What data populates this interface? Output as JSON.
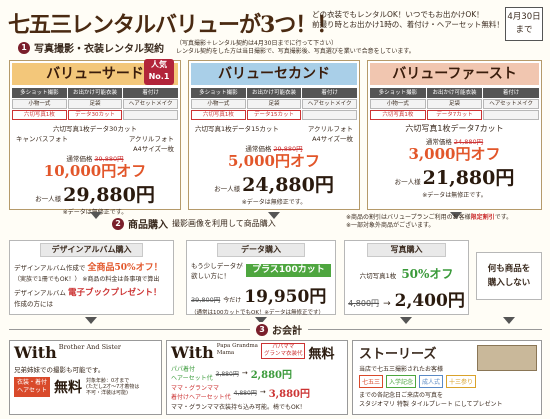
{
  "header": {
    "title": "七五三レンタルバリューが3つ！！",
    "sub_line1": "どの衣装でもレンタルOK！いつでもお出かけOK！",
    "sub_line2": "前撮り時とお出かけ1時の、着付け・ヘアーセット無料！",
    "date_line1": "4月30日",
    "date_line2": "まで"
  },
  "section1": {
    "num": "1",
    "label": "写真撮影・衣装レンタル契約",
    "note1": "（写真撮影＋レンタル契約は4月30日までに行って下さい）",
    "note2": "レンタル契約をした方は当日撮影で、写真撮影後、写真選びを業いで合意をしています。"
  },
  "plans": [
    {
      "name": "バリューサード",
      "badge_line1": "人気",
      "badge_line2": "No.1",
      "options": [
        "多ショット撮影",
        "お出かけ可能衣装",
        "着付け",
        "小物一式",
        "足袋",
        "ヘアセットメイク",
        "六切写真1枚",
        "データ30カット",
        ""
      ],
      "desc1": "六切写真1枚データ30カット",
      "desc2": "キャンバスフォト",
      "desc3": "アクリルフォト",
      "desc4": "A4サイズ一枚",
      "regular_label": "通常価格",
      "regular_price": "39,880円",
      "discount": "10,000円オフ",
      "price_prefix": "お一人様",
      "price": "29,880円",
      "note": "※データは無修正です。"
    },
    {
      "name": "バリューセカンド",
      "options": [
        "多ショット撮影",
        "お出かけ可能衣装",
        "着付け",
        "小物一式",
        "足袋",
        "ヘアセットメイク",
        "六切写真1枚",
        "データ15カット",
        ""
      ],
      "desc1": "六切写真1枚データ15カット",
      "desc3": "アクリルフォト",
      "desc4": "A4サイズ一枚",
      "regular_label": "通常価格",
      "regular_price": "29,880円",
      "discount": "5,000円オフ",
      "price_prefix": "お一人様",
      "price": "24,880円",
      "note": "※データは無修正です。"
    },
    {
      "name": "バリューファースト",
      "options": [
        "多ショット撮影",
        "お出かけ可能衣装",
        "着付け",
        "小物一式",
        "足袋",
        "ヘアセットメイク",
        "六切写真1枚",
        "データ7カット",
        ""
      ],
      "desc1": "六切写真1枚データ7カット",
      "regular_label": "通常価格",
      "regular_price": "24,880円",
      "discount": "3,000円オフ",
      "price_prefix": "お一人様",
      "price": "21,880円",
      "note": "※データは無修正です。"
    }
  ],
  "section2": {
    "num": "2",
    "label": "商品購入",
    "desc": "撮影画像を利用して商品購入",
    "note1": "※商品の割引はバリュープランご利用のお客様",
    "note1_b": "限定割引",
    "note1_c": "です。",
    "note2": "※一部対象外商品がございます。"
  },
  "album": {
    "head": "デザインアルバム購入",
    "line1a": "デザインアルバム作成で",
    "line1b": "全商品50%オフ！",
    "line1c": "（実族で1冊でもOK！）",
    "line1d": "※商品の料金は各事項で算出",
    "line2a": "デザインアルバム",
    "line2b": "作成の方には",
    "line2c": "電子ブックプレゼント！"
  },
  "data_buy": {
    "head": "データ購入",
    "q1": "もう少しデータが",
    "q2": "欲しい方に！",
    "tag": "プラス100カット",
    "old_price": "39,800円",
    "arrow": "今だけ",
    "price": "19,950円",
    "note": "（通常は100カットでもOK！※データは無修正です）"
  },
  "photo_buy": {
    "head": "写真購入",
    "line1": "六切写真1枚",
    "discount": "50%オフ",
    "old_price": "4,800円",
    "price": "2,400円"
  },
  "nothing": {
    "line1": "何も商品を",
    "line2": "購入しない"
  },
  "section3": {
    "num": "3",
    "label": "お会計"
  },
  "box_siblings": {
    "w": "With",
    "sub1": "Brother",
    "sub2": "And",
    "sub3": "Sister",
    "line1": "兄弟姉妹での撮影も可能です。",
    "tag1": "衣装・着付",
    "tag2": "ヘアセット",
    "free": "無料",
    "note1": "対象年齢：0才まで",
    "note2": "(ただし2才〜7才着物は",
    "note3": "不可・洋装は可能)"
  },
  "box_family": {
    "w": "With",
    "sub1": "Papa",
    "sub2": "Grandma",
    "sub3": "Mama",
    "tag1": "パパママ",
    "tag2": "グランマ衣装代",
    "free": "無料",
    "r1a": "パパ着付",
    "r1b": "ヘアーセット代",
    "r1c": "3,880円",
    "r1d": "2,880円",
    "r2a": "ママ・グランママ",
    "r2b": "着付けヘアーセット代",
    "r2c": "4,880円",
    "r2d": "3,880円",
    "note": "ママ・グランママ衣装持ち込み可能。椅でもOK！"
  },
  "box_stories": {
    "title": "ストーリーズ",
    "desc1": "当店で七五三撮影されたお客様",
    "desc2": "までの各記念日ご来店の写真を",
    "desc3": "スタジオマリ 特製 タイルプレート にしてプレゼント",
    "c1": "七五三",
    "c2": "入学記念",
    "c3": "成人式",
    "c4": "十三参り"
  },
  "colors": {
    "accent_red": "#e2562a",
    "maroon": "#7a1f2b",
    "green": "#4ea63f",
    "plan1_header": "#f3c77a",
    "plan2_header": "#a9cfe8",
    "plan3_header": "#f1c6b0"
  }
}
